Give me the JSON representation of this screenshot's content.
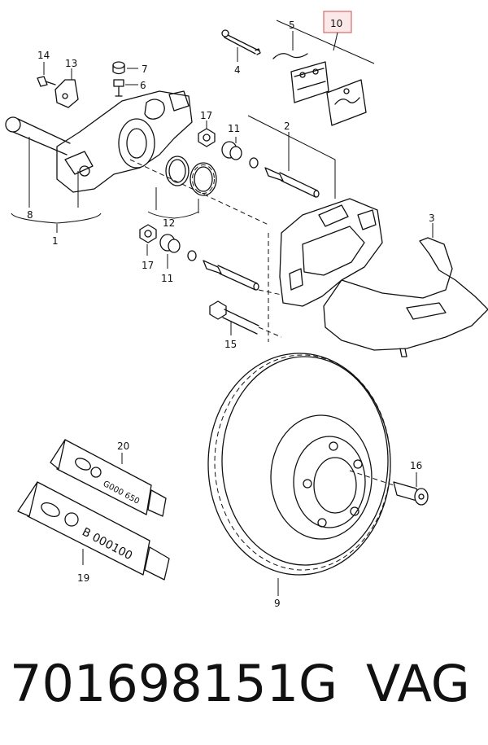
{
  "labels": {
    "l1": "1",
    "l2": "2",
    "l3": "3",
    "l4": "4",
    "l5": "5",
    "l6": "6",
    "l7": "7",
    "l8": "8",
    "l9": "9",
    "l10": "10",
    "l11a": "11",
    "l11b": "11",
    "l12": "12",
    "l13": "13",
    "l14": "14",
    "l15": "15",
    "l16": "16",
    "l17a": "17",
    "l17b": "17",
    "l19": "19",
    "l20": "20"
  },
  "tubes": {
    "tube20_text": "G000 650",
    "tube19_text": "B 000100"
  },
  "highlight": {
    "color": "#d46a6a"
  },
  "footer": {
    "part_number": "701698151G",
    "brand": "VAG"
  }
}
